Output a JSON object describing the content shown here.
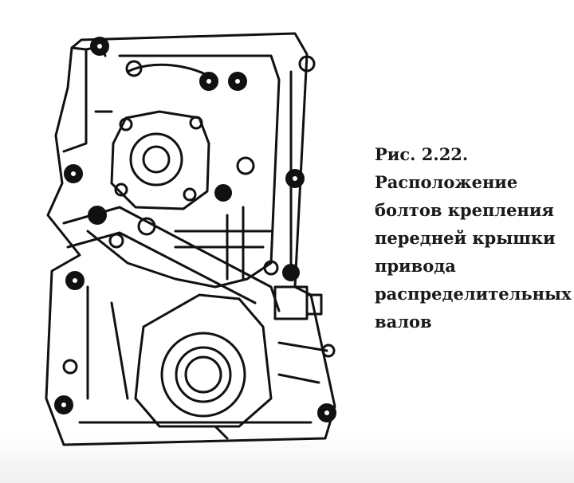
{
  "caption": {
    "lines": [
      "Рис. 2.22.",
      "Расположение",
      "болтов крепления",
      "передней крышки",
      "привода",
      "распределительных",
      "валов"
    ]
  },
  "figure": {
    "icon": "timing-cover-drawing",
    "line_color": "#111111",
    "bolt_color": "#111111"
  }
}
